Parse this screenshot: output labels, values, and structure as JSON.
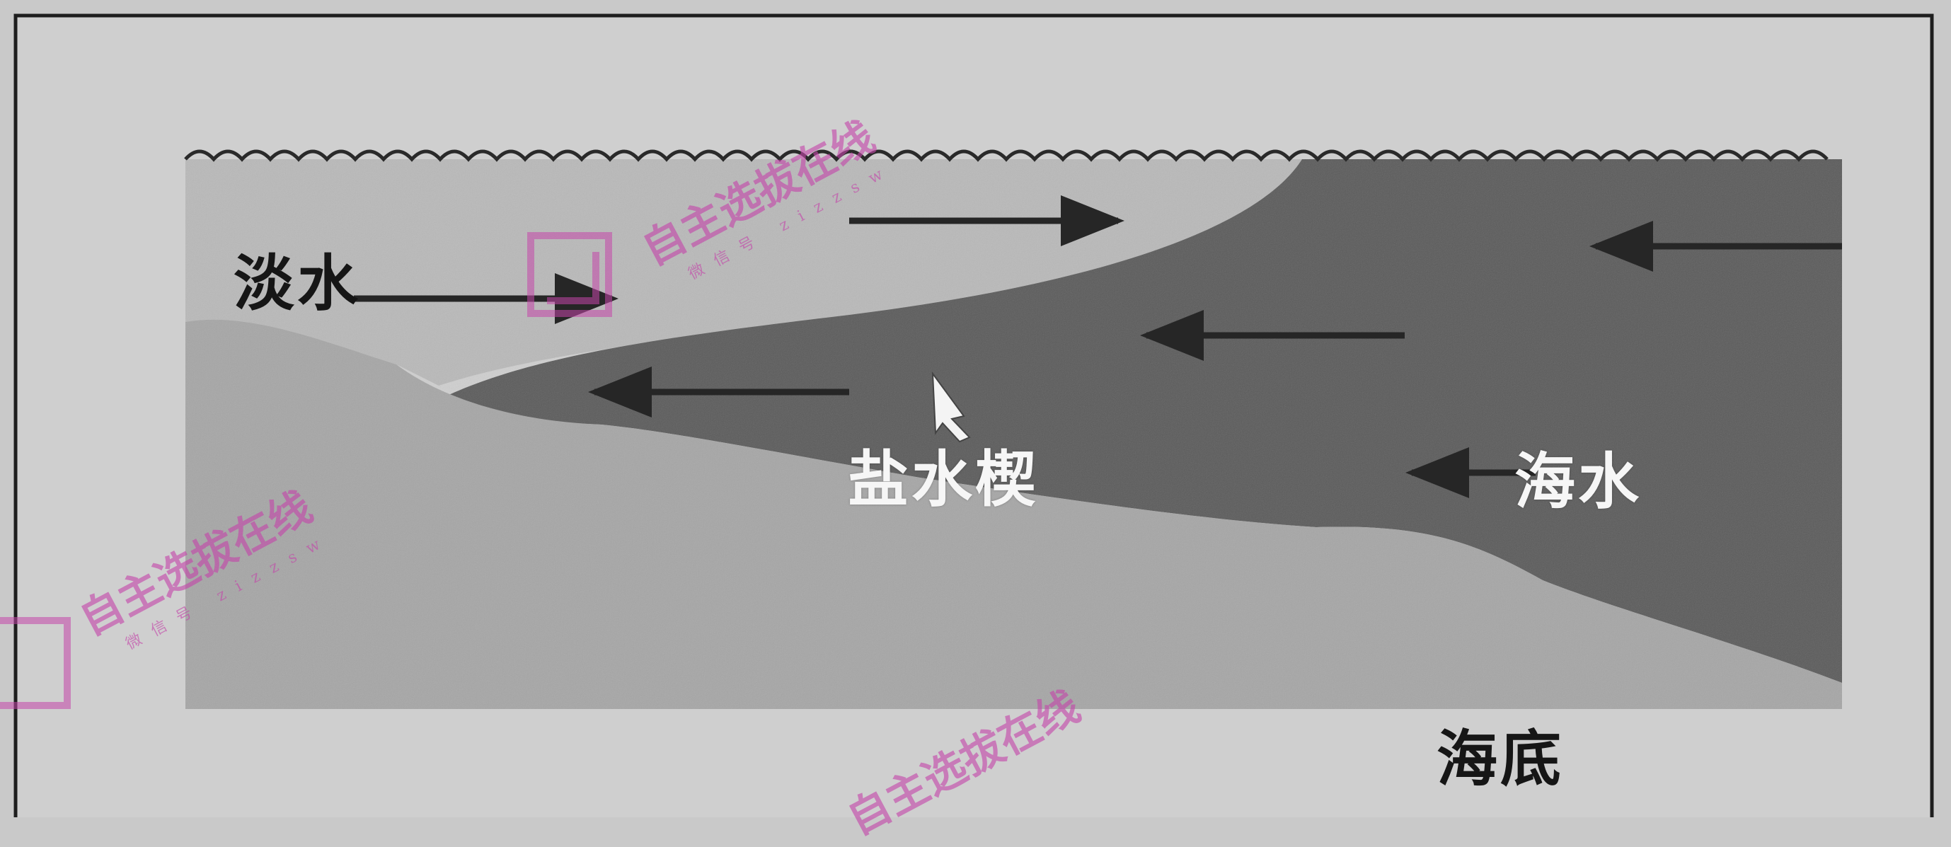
{
  "labels": {
    "freshwater": "淡水",
    "salt_wedge": "盐水楔",
    "seawater": "海水",
    "seabed": "海底"
  },
  "watermark": {
    "text": "自主选拔在线",
    "sub": "微信号 zizzsw",
    "color": "#c446aa"
  },
  "colors": {
    "frame": "#1e1e1e",
    "page": "#c9c9c9",
    "freshwater": "#b9b9b9",
    "seawater": "#5b5b5b",
    "seabed": "#a6a6a6",
    "arrow": "#262626"
  }
}
